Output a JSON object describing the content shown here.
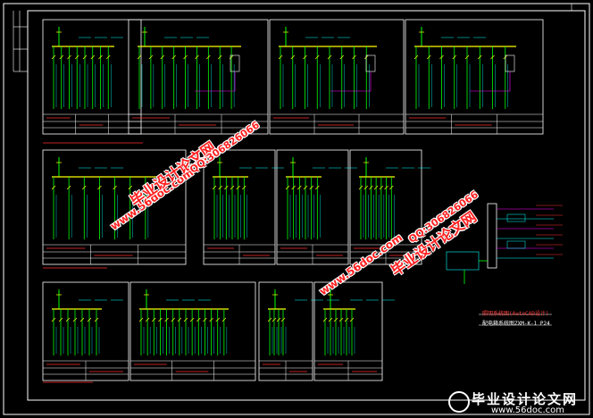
{
  "watermarks": {
    "site_label": "www.56doc.com",
    "brand_label": "毕业设计论文网",
    "qq_label": "QQ:306826066"
  },
  "drawing": {
    "caption_title": "照明系统图(AutoCAD设计)",
    "caption_subtitle": "配电箱系统图ZXM-K-1 P24"
  },
  "logo": {
    "text": "毕业设计论文网",
    "url": "www.56doc.com"
  },
  "colors": {
    "background": "#000000",
    "frame": "#ffffff",
    "line_green": "#00ff00",
    "line_yellow": "#ffff00",
    "line_cyan": "#00ffff",
    "line_red": "#ff0000",
    "line_magenta": "#ff00ff",
    "watermark_red": "#ff2020"
  }
}
